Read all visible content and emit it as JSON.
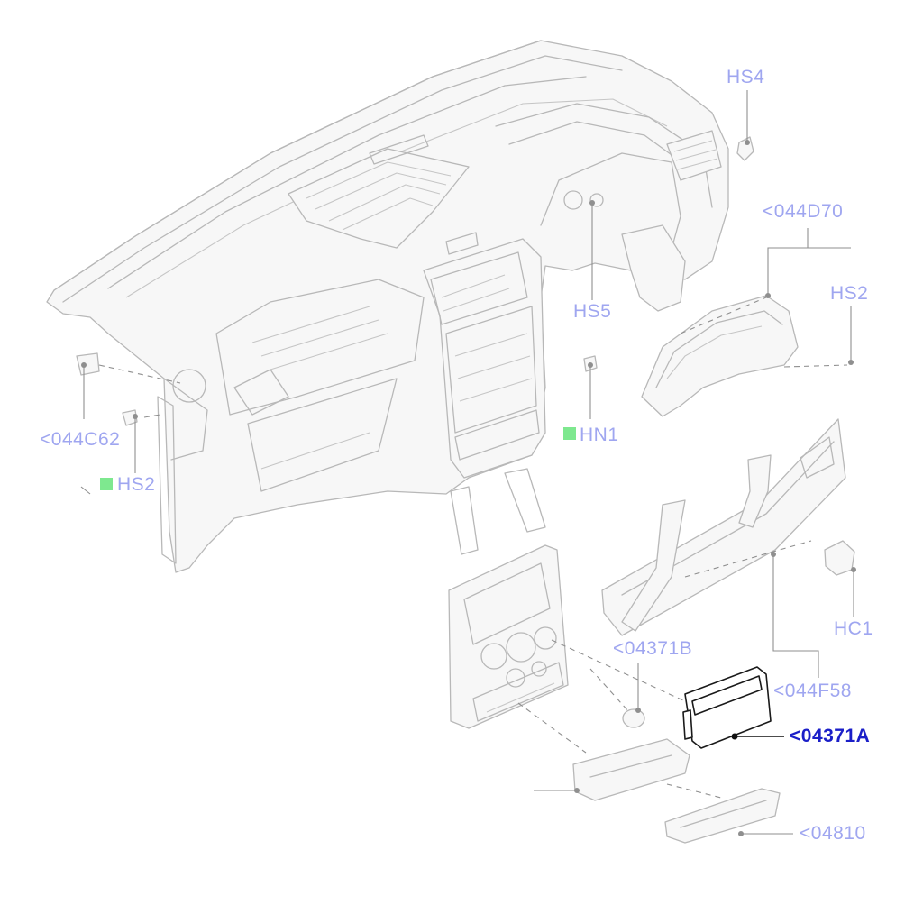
{
  "diagram": {
    "colors": {
      "callout": "#9fa6f0",
      "callout_active": "#1b1fc8",
      "marker": "#7ee88f",
      "line": "#b8b8b8"
    },
    "callouts": [
      {
        "id": "hs4",
        "text": "HS4"
      },
      {
        "id": "044d70",
        "text": "<044D70"
      },
      {
        "id": "hs2-right",
        "text": "HS2"
      },
      {
        "id": "hs5",
        "text": "HS5"
      },
      {
        "id": "hn1",
        "text": "HN1",
        "marker": true
      },
      {
        "id": "044c62",
        "text": "<044C62"
      },
      {
        "id": "hs2-left",
        "text": "HS2",
        "marker": true
      },
      {
        "id": "hc1",
        "text": "HC1"
      },
      {
        "id": "04371b",
        "text": "<04371B"
      },
      {
        "id": "044f58",
        "text": "<044F58"
      },
      {
        "id": "04371a",
        "text": "<04371A",
        "active": true
      },
      {
        "id": "04810",
        "text": "<04810"
      }
    ]
  }
}
